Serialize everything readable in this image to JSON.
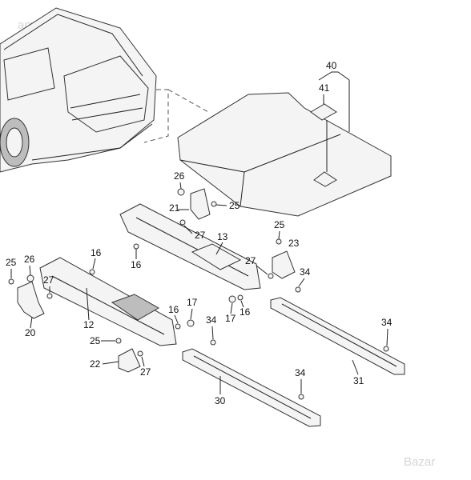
{
  "watermark_top": "amd",
  "watermark_logo": "Bazar",
  "callouts": {
    "p12": "12",
    "p13": "13",
    "p16a": "16",
    "p16b": "16",
    "p16c": "16",
    "p16d": "16",
    "p17a": "17",
    "p17b": "17",
    "p20": "20",
    "p21": "21",
    "p22": "22",
    "p23": "23",
    "p25a": "25",
    "p25b": "25",
    "p25c": "25",
    "p25d": "25",
    "p26a": "26",
    "p26b": "26",
    "p27a": "27",
    "p27b": "27",
    "p27c": "27",
    "p27d": "27",
    "p30": "30",
    "p31": "31",
    "p34a": "34",
    "p34b": "34",
    "p34c": "34",
    "p34d": "34",
    "p40": "40",
    "p41": "41"
  }
}
